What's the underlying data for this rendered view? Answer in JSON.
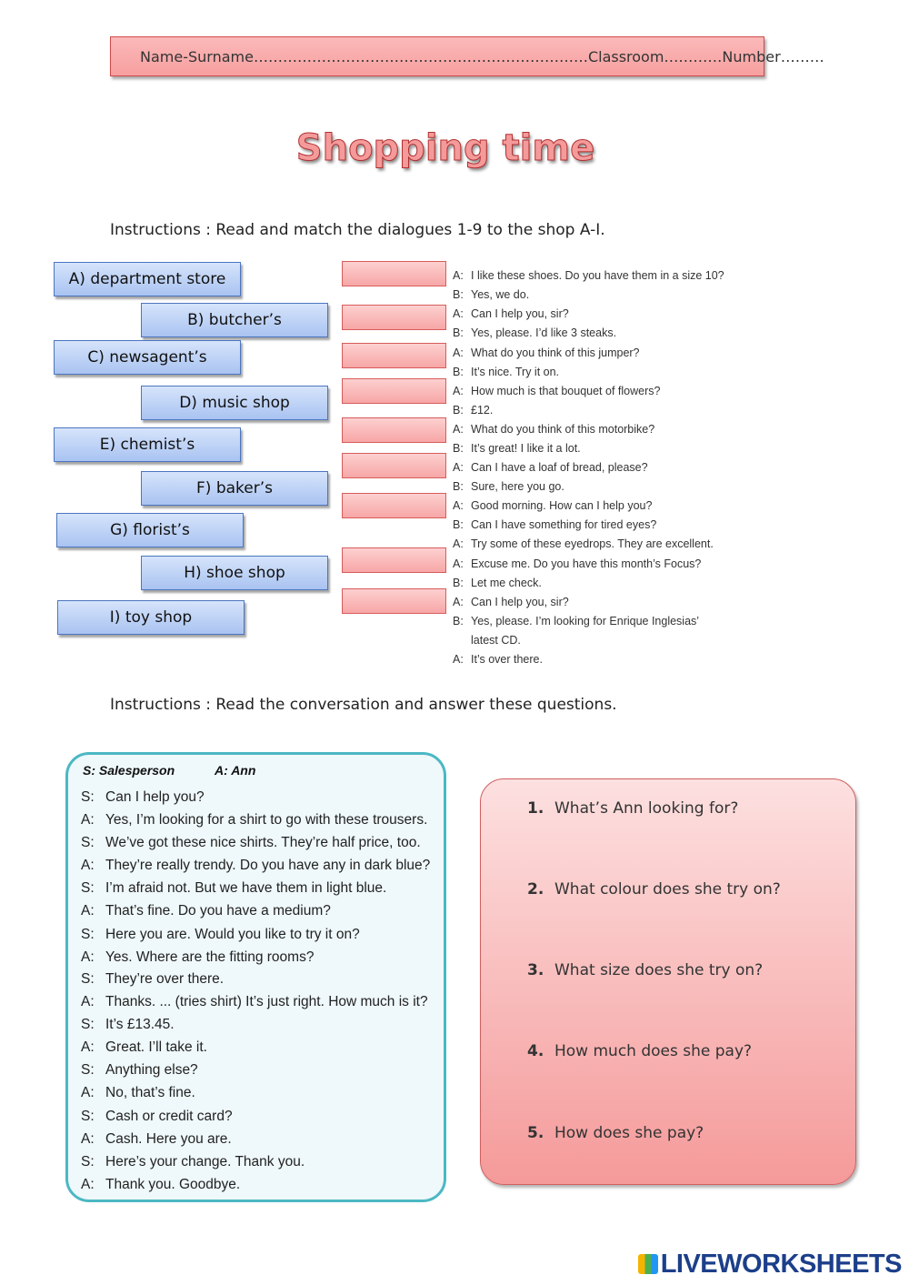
{
  "header": {
    "text": "Name-Surname……………………………………………………………Classroom…………Number………"
  },
  "title": "Shopping time",
  "instructions1": "Instructions : Read and match the dialogues 1-9 to the shop A-I.",
  "shops": [
    "A) department store",
    "B) butcher’s",
    "C) newsagent’s",
    "D) music shop",
    "E) chemist’s",
    "F) baker’s",
    "G) florist’s",
    "H) shoe shop",
    "I) toy shop"
  ],
  "dialogues": [
    {
      "speaker": "A:",
      "text": "I like these shoes. Do you have them in a size 10?"
    },
    {
      "speaker": "B:",
      "text": "Yes, we do."
    },
    {
      "speaker": "A:",
      "text": "Can I help you, sir?"
    },
    {
      "speaker": "B:",
      "text": "Yes, please. I’d like 3 steaks."
    },
    {
      "speaker": "A:",
      "text": "What do you think of this jumper?"
    },
    {
      "speaker": "B:",
      "text": "It’s nice. Try it on."
    },
    {
      "speaker": "A:",
      "text": "How much is that bouquet of flowers?"
    },
    {
      "speaker": "B:",
      "text": "£12."
    },
    {
      "speaker": "A:",
      "text": "What do you think of this motorbike?"
    },
    {
      "speaker": "B:",
      "text": "It’s great! I like it a lot."
    },
    {
      "speaker": "A:",
      "text": "Can I have a loaf of bread, please?"
    },
    {
      "speaker": "B:",
      "text": "Sure, here you go."
    },
    {
      "speaker": "A:",
      "text": "Good morning. How can I help you?"
    },
    {
      "speaker": "B:",
      "text": "Can I have something for tired eyes?"
    },
    {
      "speaker": "A:",
      "text": "Try some of these eyedrops. They are excellent."
    },
    {
      "speaker": "A:",
      "text": "Excuse me. Do you have this month’s Focus?"
    },
    {
      "speaker": "B:",
      "text": "Let me check."
    },
    {
      "speaker": "A:",
      "text": "Can I help you, sir?"
    },
    {
      "speaker": "B:",
      "text": "Yes, please. I’m looking for Enrique Inglesias’"
    },
    {
      "speaker": "",
      "text": "latest CD."
    },
    {
      "speaker": "A:",
      "text": "It’s over there."
    }
  ],
  "instructions2": "Instructions : Read the conversation and answer these questions.",
  "conversation": {
    "head_s": "S: Salesperson",
    "head_a": "A: Ann",
    "lines": [
      {
        "speaker": "S:",
        "text": "Can I help you?"
      },
      {
        "speaker": "A:",
        "text": "Yes, I’m looking for a shirt to go with these trousers."
      },
      {
        "speaker": "S:",
        "text": "We’ve got these nice shirts. They’re half price, too."
      },
      {
        "speaker": "A:",
        "text": "They’re really trendy. Do you have any in dark blue?"
      },
      {
        "speaker": "S:",
        "text": "I’m afraid not. But we have them in light blue."
      },
      {
        "speaker": "A:",
        "text": "That’s fine. Do you have a medium?"
      },
      {
        "speaker": "S:",
        "text": "Here you are. Would you like to try it on?"
      },
      {
        "speaker": "A:",
        "text": "Yes. Where are the fitting rooms?"
      },
      {
        "speaker": "S:",
        "text": "They’re over there."
      },
      {
        "speaker": "A:",
        "text": "Thanks. ... (tries shirt) It’s just right. How much is it?"
      },
      {
        "speaker": "S:",
        "text": "It’s £13.45."
      },
      {
        "speaker": "A:",
        "text": "Great. I’ll take it."
      },
      {
        "speaker": "S:",
        "text": "Anything else?"
      },
      {
        "speaker": "A:",
        "text": "No, that’s fine."
      },
      {
        "speaker": "S:",
        "text": "Cash or credit card?"
      },
      {
        "speaker": "A:",
        "text": "Cash. Here you are."
      },
      {
        "speaker": "S:",
        "text": "Here’s your change. Thank you."
      },
      {
        "speaker": "A:",
        "text": "Thank you. Goodbye."
      }
    ]
  },
  "questions": [
    {
      "num": "1.",
      "text": "What’s Ann looking for?"
    },
    {
      "num": "2.",
      "text": "What colour does she try on?"
    },
    {
      "num": "3.",
      "text": "What size does she try on?"
    },
    {
      "num": "4.",
      "text": "How much does she pay?"
    },
    {
      "num": "5.",
      "text": "How does she pay?"
    }
  ],
  "logo": "LIVEWORKSHEETS",
  "colors": {
    "shop_box": "#a9c3f1",
    "answer_box": "#f7a6a6",
    "conversation_border": "#4bb8c3",
    "title": "#f49a9a"
  }
}
